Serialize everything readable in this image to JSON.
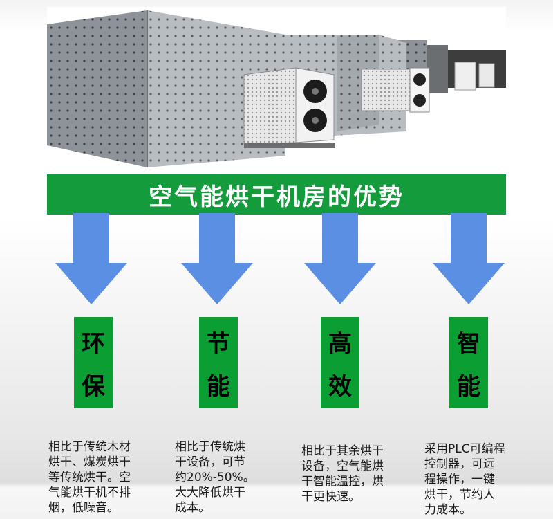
{
  "banner": {
    "title": "空气能烘干机房的优势"
  },
  "features": [
    {
      "char1": "环",
      "char2": "保",
      "lines": [
        "相比于传统木材",
        "烘干、煤炭烘干",
        "等传统烘干。空",
        "气能烘干机不排",
        "烟，低噪音。"
      ]
    },
    {
      "char1": "节",
      "char2": "能",
      "lines": [
        "相比于传统烘",
        "干设备，可节",
        "约20%-50%。",
        "大大降低烘干",
        "成本。"
      ]
    },
    {
      "char1": "高",
      "char2": "效",
      "lines": [
        "相比于其余烘干",
        "设备，空气能烘",
        "干智能温控，烘",
        "干更快速。"
      ]
    },
    {
      "char1": "智",
      "char2": "能",
      "lines": [
        "采用PLC可编程",
        "控制器，可远",
        "程操作，一键",
        "烘干，节约人",
        "力成本。"
      ]
    }
  ],
  "colors": {
    "banner_green": "#139b3c",
    "tag_green": "#0b9f33",
    "arrow_blue": "#5b8fe3"
  }
}
